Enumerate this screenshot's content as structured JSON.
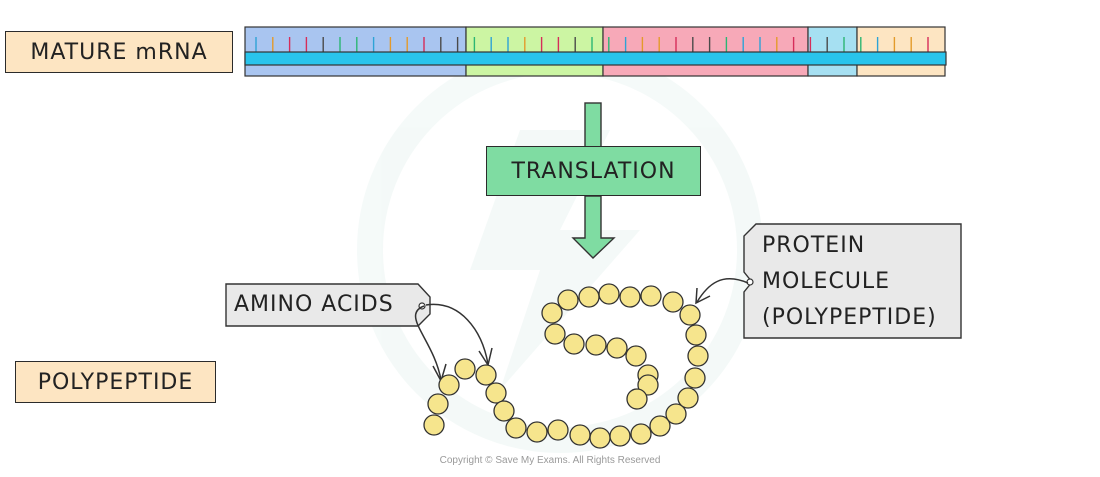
{
  "labels": {
    "mature_mrna": "MATURE mRNA",
    "translation": "TRANSLATION",
    "amino_acids": "AMINO ACIDS",
    "protein_line1": "PROTEIN",
    "protein_line2": "MOLECULE",
    "protein_line3": "(POLYPEPTIDE)",
    "polypeptide": "POLYPEPTIDE"
  },
  "copyright": "Copyright © Save My Exams. All Rights Reserved",
  "colors": {
    "label_fill": "#fde5c2",
    "translation_fill": "#7fdca2",
    "callout_fill": "#e9e9e9",
    "mrna_backbone": "#29c4ec",
    "bead_fill": "#f6e58d",
    "arrow_fill": "#7fdca2",
    "segments": [
      "#a9c5f0",
      "#ccf5a3",
      "#f7a9b8",
      "#a6e0f2",
      "#fde5c2"
    ]
  }
}
